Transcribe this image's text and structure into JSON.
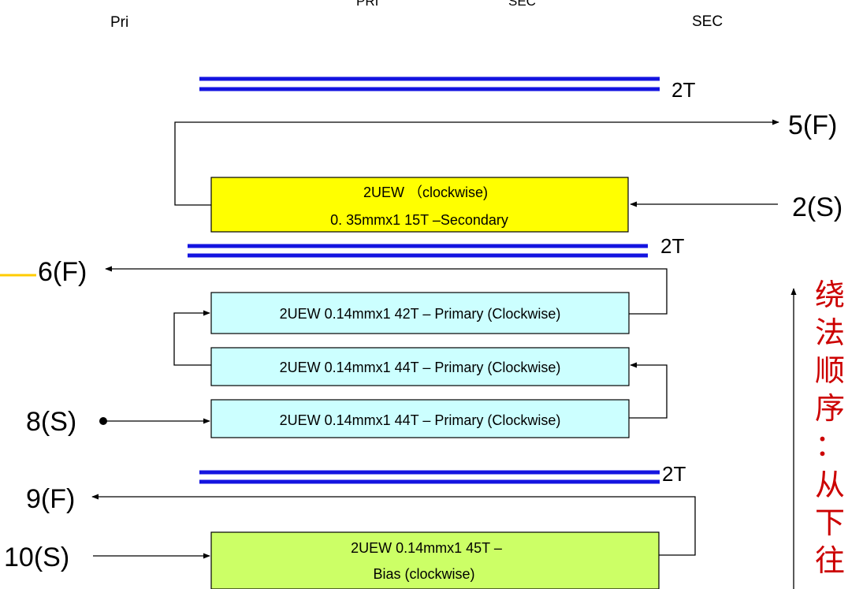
{
  "header": {
    "left_label": "Pri",
    "top_cut_1": "PRI",
    "top_cut_2": "SEC",
    "right_label": "SEC"
  },
  "tape_labels": [
    "2T",
    "2T",
    "2T"
  ],
  "pins": {
    "p5": "5(F)",
    "p2": "2(S)",
    "p6": "6(F)",
    "p8": "8(S)",
    "p9": "9(F)",
    "p10": "10(S)"
  },
  "windings": {
    "secondary": {
      "line1": "2UEW （clockwise)",
      "line2": "0. 35mmx1  15T –Secondary"
    },
    "primary_top": "2UEW 0.14mmx1 42T – Primary (Clockwise)",
    "primary_mid": "2UEW 0.14mmx1 44T – Primary (Clockwise)",
    "primary_bottom": "2UEW 0.14mmx1 44T – Primary (Clockwise)",
    "bias": {
      "line1": "2UEW 0.14mmx1  45T –",
      "line2": "Bias (clockwise)"
    }
  },
  "side_note": {
    "chars": [
      "绕",
      "法",
      "顺",
      "序",
      "：",
      "从",
      "下",
      "往"
    ]
  },
  "colors": {
    "tape_blue": "#1414e0",
    "secondary_fill": "#ffff00",
    "primary_fill": "#ccffff",
    "bias_fill": "#ccff66",
    "note_red": "#cc0000",
    "marker_yellow": "#ffcc00"
  }
}
